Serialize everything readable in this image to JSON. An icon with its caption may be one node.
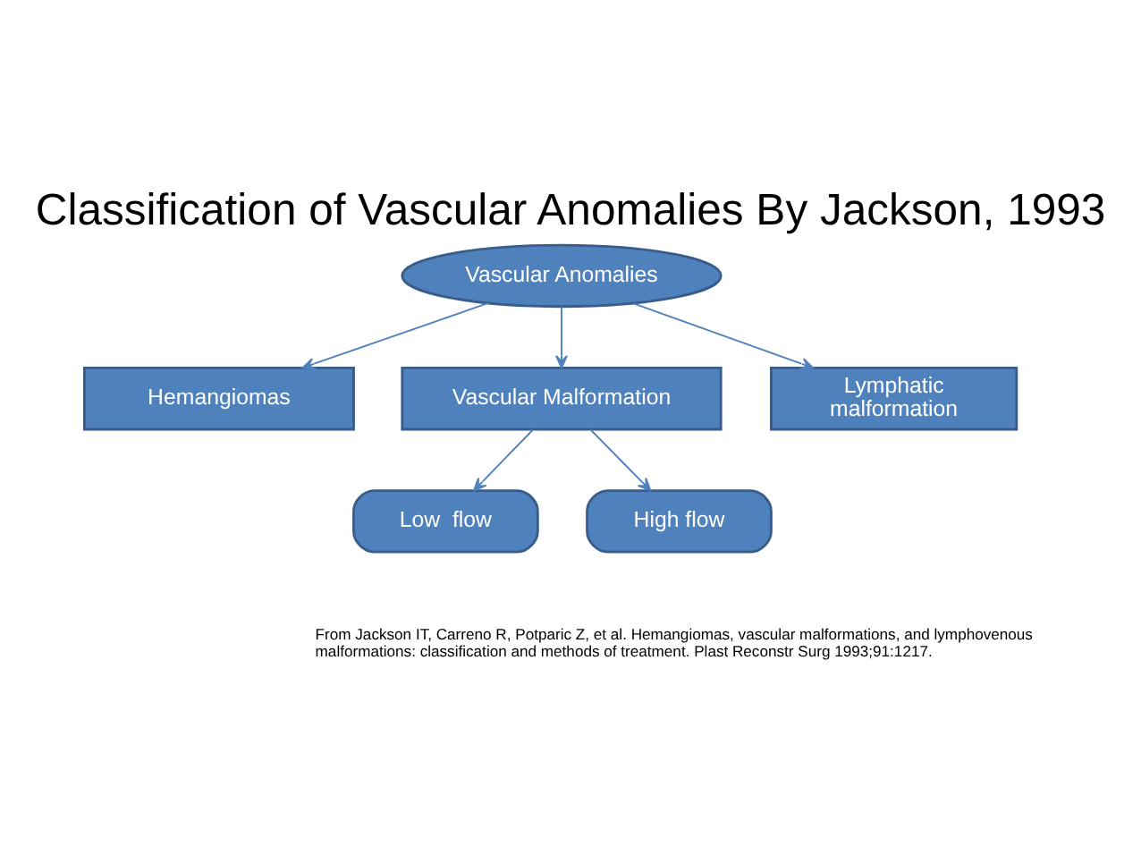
{
  "diagram": {
    "title": "Classification of Vascular Anomalies By Jackson, 1993",
    "nodes": [
      {
        "text": [
          "Vascular Anomalies"
        ]
      },
      {
        "text": [
          "Hemangiomas"
        ]
      },
      {
        "text": [
          "Vascular Malformation"
        ]
      },
      {
        "text": [
          "Lymphatic malformation"
        ]
      },
      {
        "text": [
          "Low  flow"
        ]
      },
      {
        "text": [
          "High flow"
        ]
      }
    ],
    "edges": [
      {
        "from": 0,
        "to": 1,
        "arrow": "to"
      },
      {
        "from": 0,
        "to": 2,
        "arrow": "to"
      },
      {
        "from": 0,
        "to": 3,
        "arrow": "to"
      },
      {
        "from": 2,
        "to": 4,
        "arrow": "to"
      },
      {
        "from": 2,
        "to": 5,
        "arrow": "to"
      }
    ],
    "labels": [
      "From Jackson IT, Carreno R, Potparic Z, et al. Hemangiomas, vascular malformations, and lymphovenous malformations: classification and methods of treatment. Plast Reconstr Surg 1993;91:1217."
    ]
  }
}
